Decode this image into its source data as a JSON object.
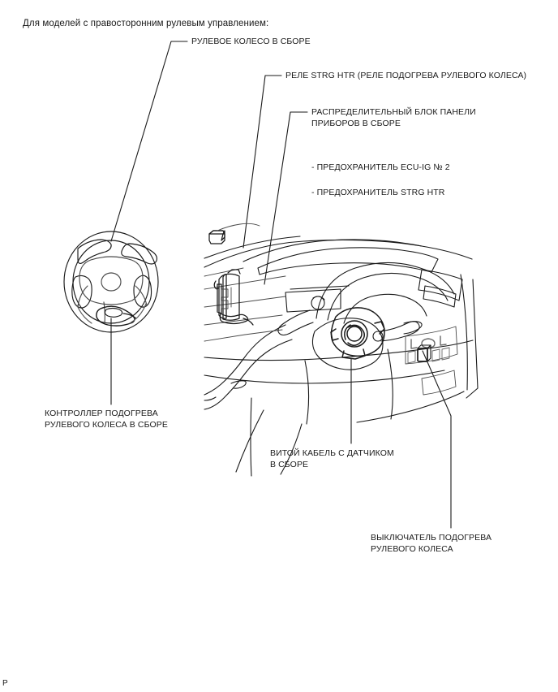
{
  "document": {
    "intro": "Для моделей с правосторонним рулевым управлением:",
    "page_marker": "P"
  },
  "callouts": [
    {
      "id": "steering-wheel",
      "text": "РУЛЕВОЕ КОЛЕСО В СБОРЕ"
    },
    {
      "id": "steering-heater-relay",
      "text": "РЕЛЕ STRG HTR (РЕЛЕ ПОДОГРЕВА РУЛЕВОГО КОЛЕСА)"
    },
    {
      "id": "instrument-panel-junction-block",
      "line1": "РАСПРЕДЕЛИТЕЛЬНЫЙ БЛОК ПАНЕЛИ",
      "line2": "ПРИБОРОВ В СБОРЕ"
    },
    {
      "id": "fuse-ecu-ig-2",
      "text": "- ПРЕДОХРАНИТЕЛЬ ECU-IG № 2"
    },
    {
      "id": "fuse-strg-htr",
      "text": "- ПРЕДОХРАНИТЕЛЬ STRG HTR"
    },
    {
      "id": "steering-wheel-heater-controller",
      "line1": "КОНТРОЛЛЕР ПОДОГРЕВА",
      "line2": "РУЛЕВОГО КОЛЕСА В СБОРЕ"
    },
    {
      "id": "spiral-cable-with-sensor",
      "line1": "ВИТОЙ КАБЕЛЬ С ДАТЧИКОМ",
      "line2": "В СБОРЕ"
    },
    {
      "id": "steering-wheel-heater-switch",
      "line1": "ВЫКЛЮЧАТЕЛЬ ПОДОГРЕВА",
      "line2": "РУЛЕВОГО КОЛЕСА"
    }
  ],
  "illustration": {
    "switch_marking": "L  L",
    "line_color": "#1a1a1a",
    "background_color": "#ffffff"
  }
}
